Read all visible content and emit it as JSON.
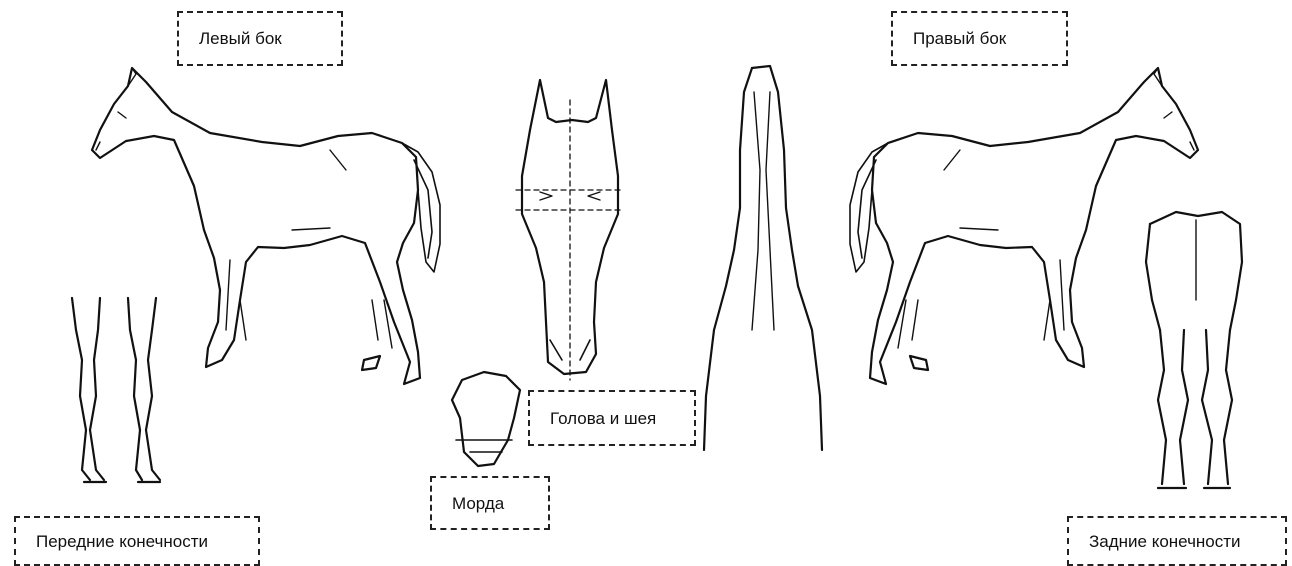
{
  "labels": {
    "left_side": "Левый бок",
    "right_side": "Правый бок",
    "head_neck": "Голова и шея",
    "muzzle": "Морда",
    "front_legs": "Передние конечности",
    "hind_legs": "Задние конечности"
  }
}
